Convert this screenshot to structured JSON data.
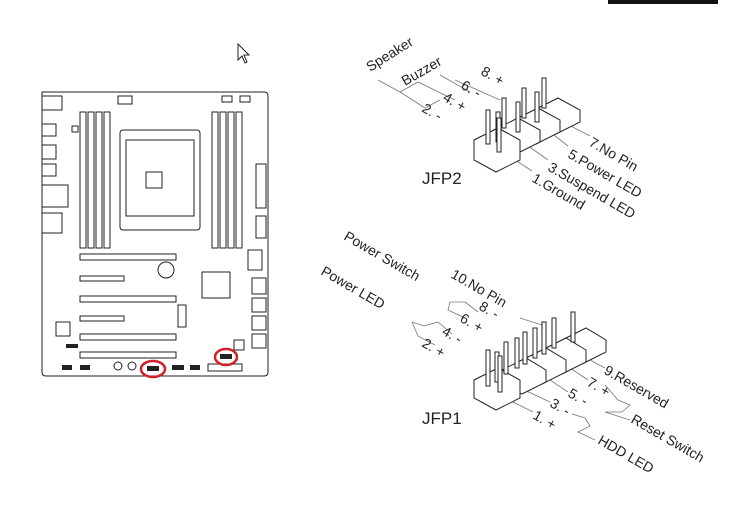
{
  "jfp2": {
    "title": "JFP2",
    "groups": [
      "Speaker",
      "Buzzer"
    ],
    "left_pins": [
      "8. +",
      "6. -",
      "4. +",
      "2. -"
    ],
    "right_pins": [
      "7.No Pin",
      "5.Power LED",
      "3.Suspend LED",
      "1.Ground"
    ]
  },
  "jfp1": {
    "title": "JFP1",
    "left_groups": [
      "Power Switch",
      "Power LED"
    ],
    "left_pins": [
      "10.No Pin",
      "8. -",
      "6. +",
      "4. -",
      "2. +"
    ],
    "right_pins": [
      "9.Reserved",
      "7. +",
      "5. -",
      "3. -",
      "1. +"
    ],
    "right_groups": [
      "Reset Switch",
      "HDD LED"
    ]
  },
  "highlight_color": "#d0202a"
}
